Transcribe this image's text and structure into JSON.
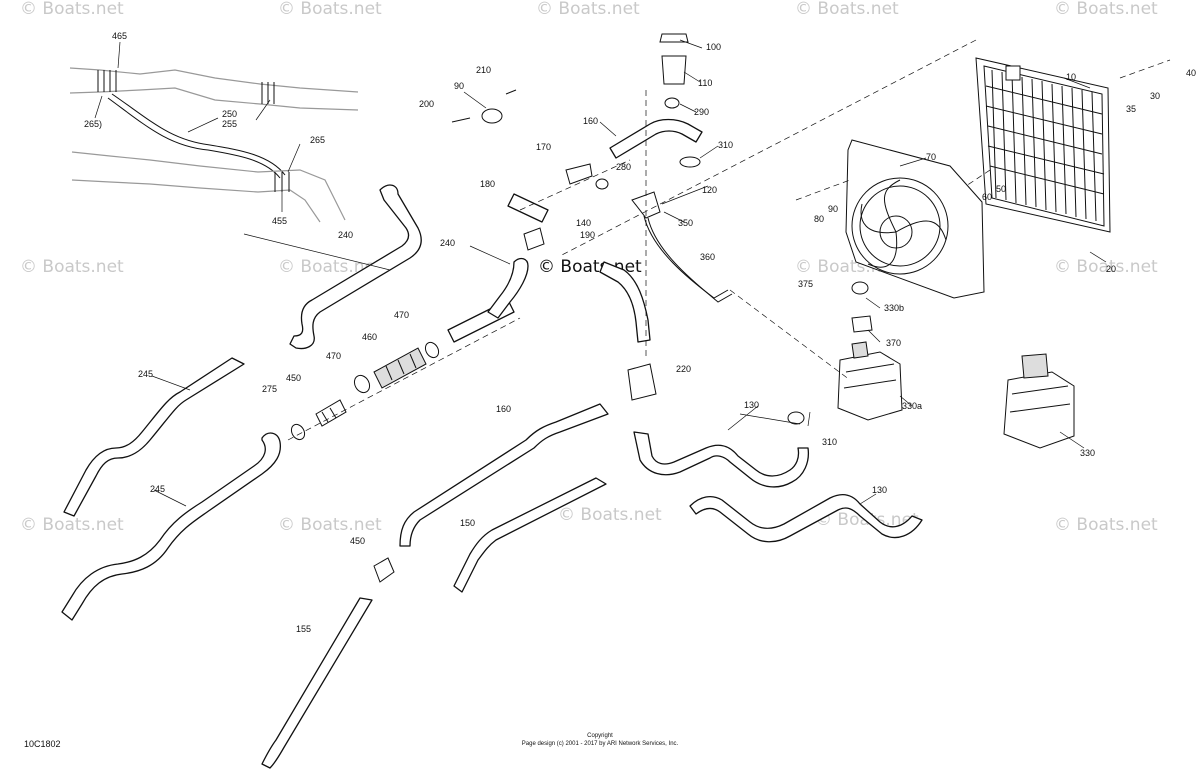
{
  "diagram": {
    "code": "10C1802",
    "footer_line1": "Copyright",
    "footer_line2": "Page design (c) 2001 - 2017 by ARI Network Services, Inc.",
    "watermark": "© Boats.net",
    "callouts": [
      {
        "id": "c465",
        "text": "465"
      },
      {
        "id": "c265a",
        "text": "265)"
      },
      {
        "id": "c250",
        "text": "250"
      },
      {
        "id": "c255",
        "text": "255"
      },
      {
        "id": "c265b",
        "text": "265"
      },
      {
        "id": "c455",
        "text": "455"
      },
      {
        "id": "c240a",
        "text": "240"
      },
      {
        "id": "c245a",
        "text": "245"
      },
      {
        "id": "c245b",
        "text": "245"
      },
      {
        "id": "c275",
        "text": "275"
      },
      {
        "id": "c450a",
        "text": "450"
      },
      {
        "id": "c470a",
        "text": "470"
      },
      {
        "id": "c460",
        "text": "460"
      },
      {
        "id": "c470b",
        "text": "470"
      },
      {
        "id": "c240b",
        "text": "240"
      },
      {
        "id": "c200",
        "text": "200"
      },
      {
        "id": "c90a",
        "text": "90"
      },
      {
        "id": "c210",
        "text": "210"
      },
      {
        "id": "c100",
        "text": "100"
      },
      {
        "id": "c110",
        "text": "110"
      },
      {
        "id": "c290",
        "text": "290"
      },
      {
        "id": "c160a",
        "text": "160"
      },
      {
        "id": "c170",
        "text": "170"
      },
      {
        "id": "c280",
        "text": "280"
      },
      {
        "id": "c310a",
        "text": "310"
      },
      {
        "id": "c120",
        "text": "120"
      },
      {
        "id": "c180",
        "text": "180"
      },
      {
        "id": "c140",
        "text": "140"
      },
      {
        "id": "c190",
        "text": "190"
      },
      {
        "id": "c350",
        "text": "350"
      },
      {
        "id": "c360",
        "text": "360"
      },
      {
        "id": "c220",
        "text": "220"
      },
      {
        "id": "c160b",
        "text": "160"
      },
      {
        "id": "c130a",
        "text": "130"
      },
      {
        "id": "c310b",
        "text": "310"
      },
      {
        "id": "c130b",
        "text": "130"
      },
      {
        "id": "c150",
        "text": "150"
      },
      {
        "id": "c450b",
        "text": "450"
      },
      {
        "id": "c155",
        "text": "155"
      },
      {
        "id": "c10",
        "text": "10"
      },
      {
        "id": "c40",
        "text": "40"
      },
      {
        "id": "c30",
        "text": "30"
      },
      {
        "id": "c35",
        "text": "35"
      },
      {
        "id": "c70",
        "text": "70"
      },
      {
        "id": "c90b",
        "text": "90"
      },
      {
        "id": "c80",
        "text": "80"
      },
      {
        "id": "c50",
        "text": "50"
      },
      {
        "id": "c60",
        "text": "60"
      },
      {
        "id": "c20",
        "text": "20"
      },
      {
        "id": "c375",
        "text": "375"
      },
      {
        "id": "c330b",
        "text": "330b"
      },
      {
        "id": "c370",
        "text": "370"
      },
      {
        "id": "c330a",
        "text": "330a"
      },
      {
        "id": "c330",
        "text": "330"
      }
    ]
  }
}
